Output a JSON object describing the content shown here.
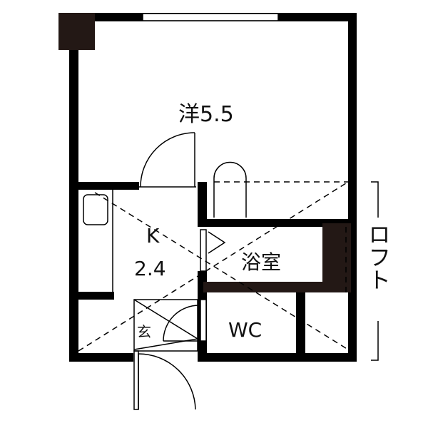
{
  "rooms": {
    "western_room": "洋5.5",
    "kitchen_type": "K",
    "kitchen_size": "2.4",
    "bathroom": "浴室",
    "toilet": "WC",
    "entrance": "玄"
  },
  "loft_label": "ロフト",
  "colors": {
    "wall": "#000000",
    "dark_block": "#231815",
    "background": "#ffffff"
  }
}
